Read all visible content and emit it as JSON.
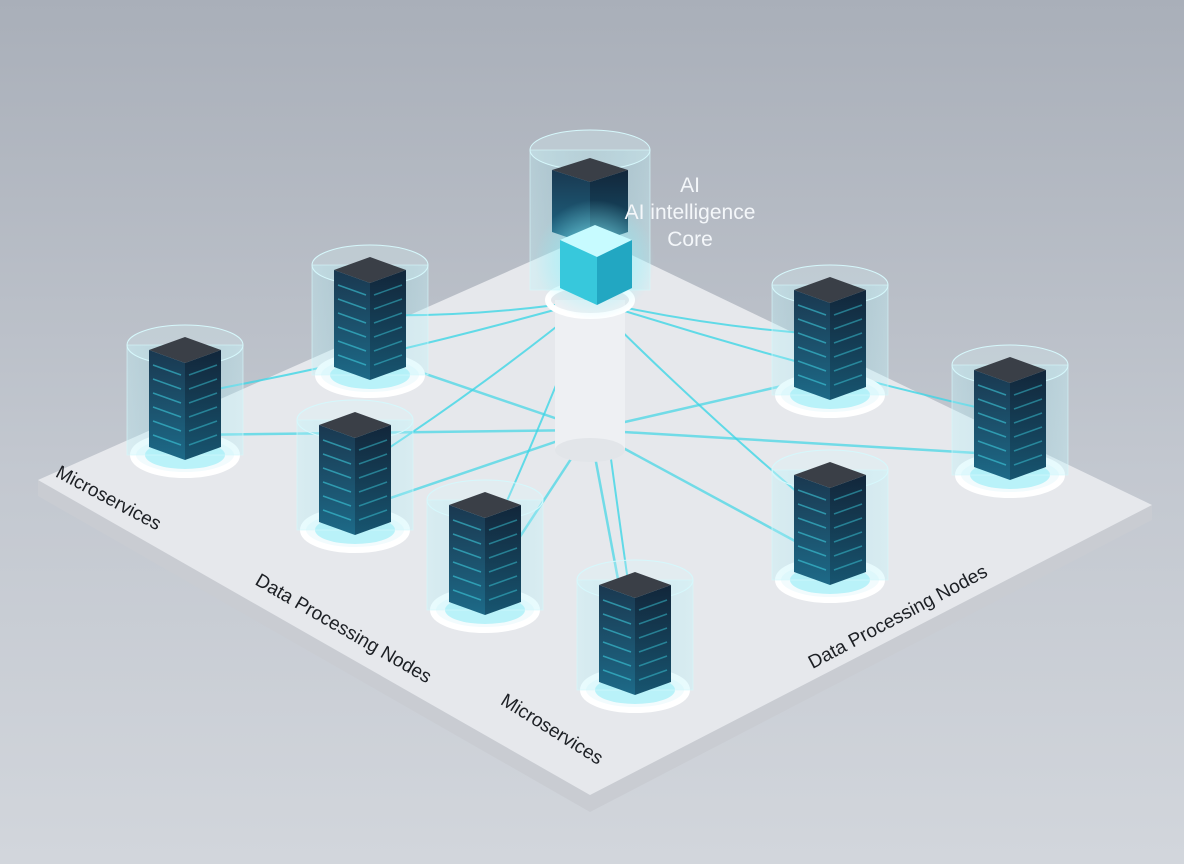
{
  "core": {
    "line1": "AI",
    "line2": "AI intelligence",
    "line3": "Core"
  },
  "labels": {
    "microservices_left": "Microservices",
    "data_nodes_left": "Data Processing Nodes",
    "microservices_bottom": "Microservices",
    "data_nodes_right": "Data Processing Nodes"
  },
  "colors": {
    "accent": "#3fd6e6",
    "server": "#1b2a3a",
    "platform": "#e6e8ec"
  }
}
